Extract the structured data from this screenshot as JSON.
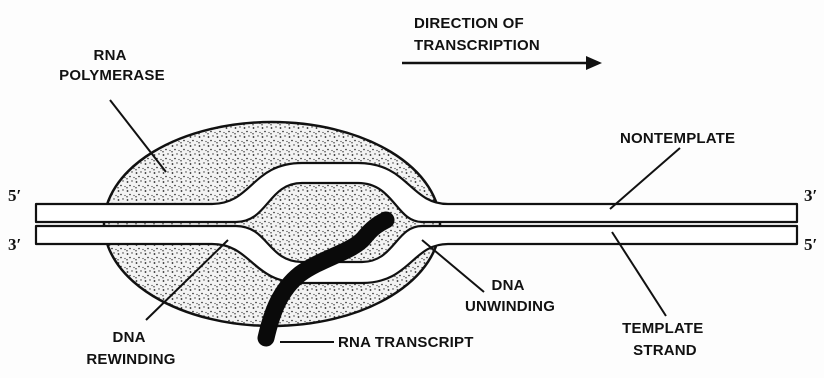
{
  "labels": {
    "rna_polymerase": [
      "RNA",
      "POLYMERASE"
    ],
    "direction": [
      "DIRECTION OF",
      "TRANSCRIPTION"
    ],
    "nontemplate": "NONTEMPLATE",
    "dna_unwinding": [
      "DNA",
      "UNWINDING"
    ],
    "dna_rewinding": [
      "DNA",
      "REWINDING"
    ],
    "rna_transcript": "RNA TRANSCRIPT",
    "template_strand": [
      "TEMPLATE",
      "STRAND"
    ]
  },
  "strand_ends": {
    "top_left": "5′",
    "bottom_left": "3′",
    "top_right": "3′",
    "bottom_right": "5′"
  },
  "colors": {
    "ink": "#111111",
    "strand_fill": "#ffffff",
    "stipple_bg": "#efefef"
  }
}
